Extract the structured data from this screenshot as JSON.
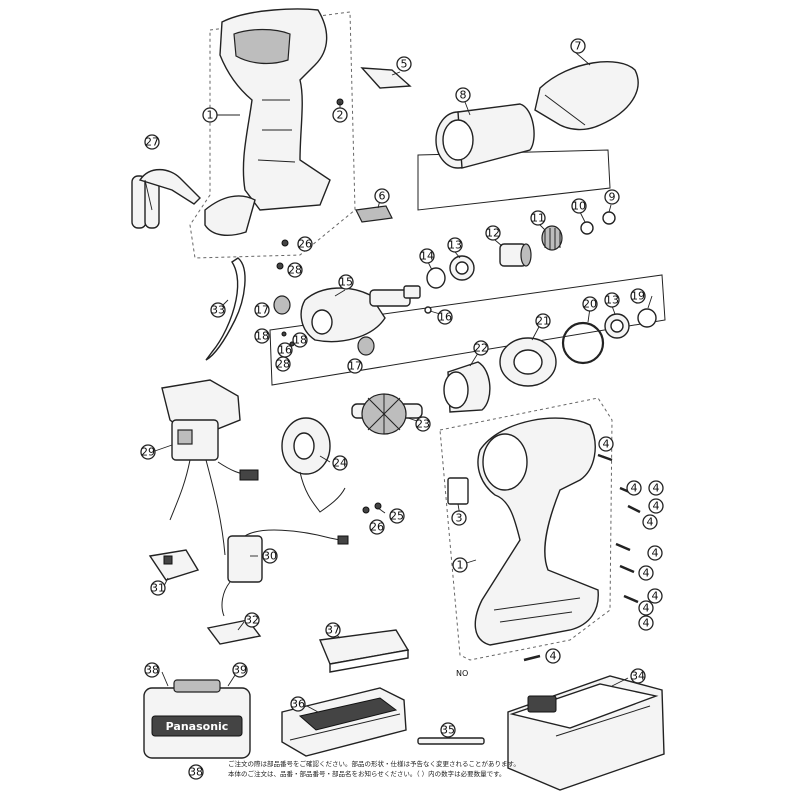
{
  "diagram": {
    "brand_label": "Panasonic",
    "no_label": "NO",
    "footnote": [
      "ご注文の際は部品番号をご確認ください。部品の形状・仕様は予告なく変更されることがあります。",
      "本体のご注文は、品番・部品番号・部品名をお知らせください。（ ）内の数字は必要数量です。"
    ],
    "callouts": [
      {
        "id": "c1a",
        "label": "1"
      },
      {
        "id": "c1b",
        "label": "1"
      },
      {
        "id": "c2",
        "label": "2"
      },
      {
        "id": "c3",
        "label": "3"
      },
      {
        "id": "c4a",
        "label": "4"
      },
      {
        "id": "c4b",
        "label": "4"
      },
      {
        "id": "c4c",
        "label": "4"
      },
      {
        "id": "c4d",
        "label": "4"
      },
      {
        "id": "c4e",
        "label": "4"
      },
      {
        "id": "c4f",
        "label": "4"
      },
      {
        "id": "c4g",
        "label": "4"
      },
      {
        "id": "c4h",
        "label": "4"
      },
      {
        "id": "c4i",
        "label": "4"
      },
      {
        "id": "c4j",
        "label": "4"
      },
      {
        "id": "c4k",
        "label": "4"
      },
      {
        "id": "c5",
        "label": "5"
      },
      {
        "id": "c6",
        "label": "6"
      },
      {
        "id": "c7",
        "label": "7"
      },
      {
        "id": "c8",
        "label": "8"
      },
      {
        "id": "c9",
        "label": "9"
      },
      {
        "id": "c10",
        "label": "10"
      },
      {
        "id": "c11",
        "label": "11"
      },
      {
        "id": "c12",
        "label": "12"
      },
      {
        "id": "c13a",
        "label": "13"
      },
      {
        "id": "c13b",
        "label": "13"
      },
      {
        "id": "c14",
        "label": "14"
      },
      {
        "id": "c15",
        "label": "15"
      },
      {
        "id": "c16a",
        "label": "16"
      },
      {
        "id": "c16b",
        "label": "16"
      },
      {
        "id": "c17a",
        "label": "17"
      },
      {
        "id": "c17b",
        "label": "17"
      },
      {
        "id": "c18a",
        "label": "18"
      },
      {
        "id": "c18b",
        "label": "18"
      },
      {
        "id": "c19",
        "label": "19"
      },
      {
        "id": "c20",
        "label": "20"
      },
      {
        "id": "c21",
        "label": "21"
      },
      {
        "id": "c22",
        "label": "22"
      },
      {
        "id": "c23",
        "label": "23"
      },
      {
        "id": "c24",
        "label": "24"
      },
      {
        "id": "c25",
        "label": "25"
      },
      {
        "id": "c26a",
        "label": "26"
      },
      {
        "id": "c26b",
        "label": "26"
      },
      {
        "id": "c27",
        "label": "27"
      },
      {
        "id": "c28a",
        "label": "28"
      },
      {
        "id": "c28b",
        "label": "28"
      },
      {
        "id": "c29",
        "label": "29"
      },
      {
        "id": "c30",
        "label": "30"
      },
      {
        "id": "c31",
        "label": "31"
      },
      {
        "id": "c32",
        "label": "32"
      },
      {
        "id": "c33",
        "label": "33"
      },
      {
        "id": "c34",
        "label": "34"
      },
      {
        "id": "c35",
        "label": "35"
      },
      {
        "id": "c36",
        "label": "36"
      },
      {
        "id": "c37",
        "label": "37"
      },
      {
        "id": "c38a",
        "label": "38"
      },
      {
        "id": "c38b",
        "label": "38"
      },
      {
        "id": "c39",
        "label": "39"
      }
    ]
  }
}
